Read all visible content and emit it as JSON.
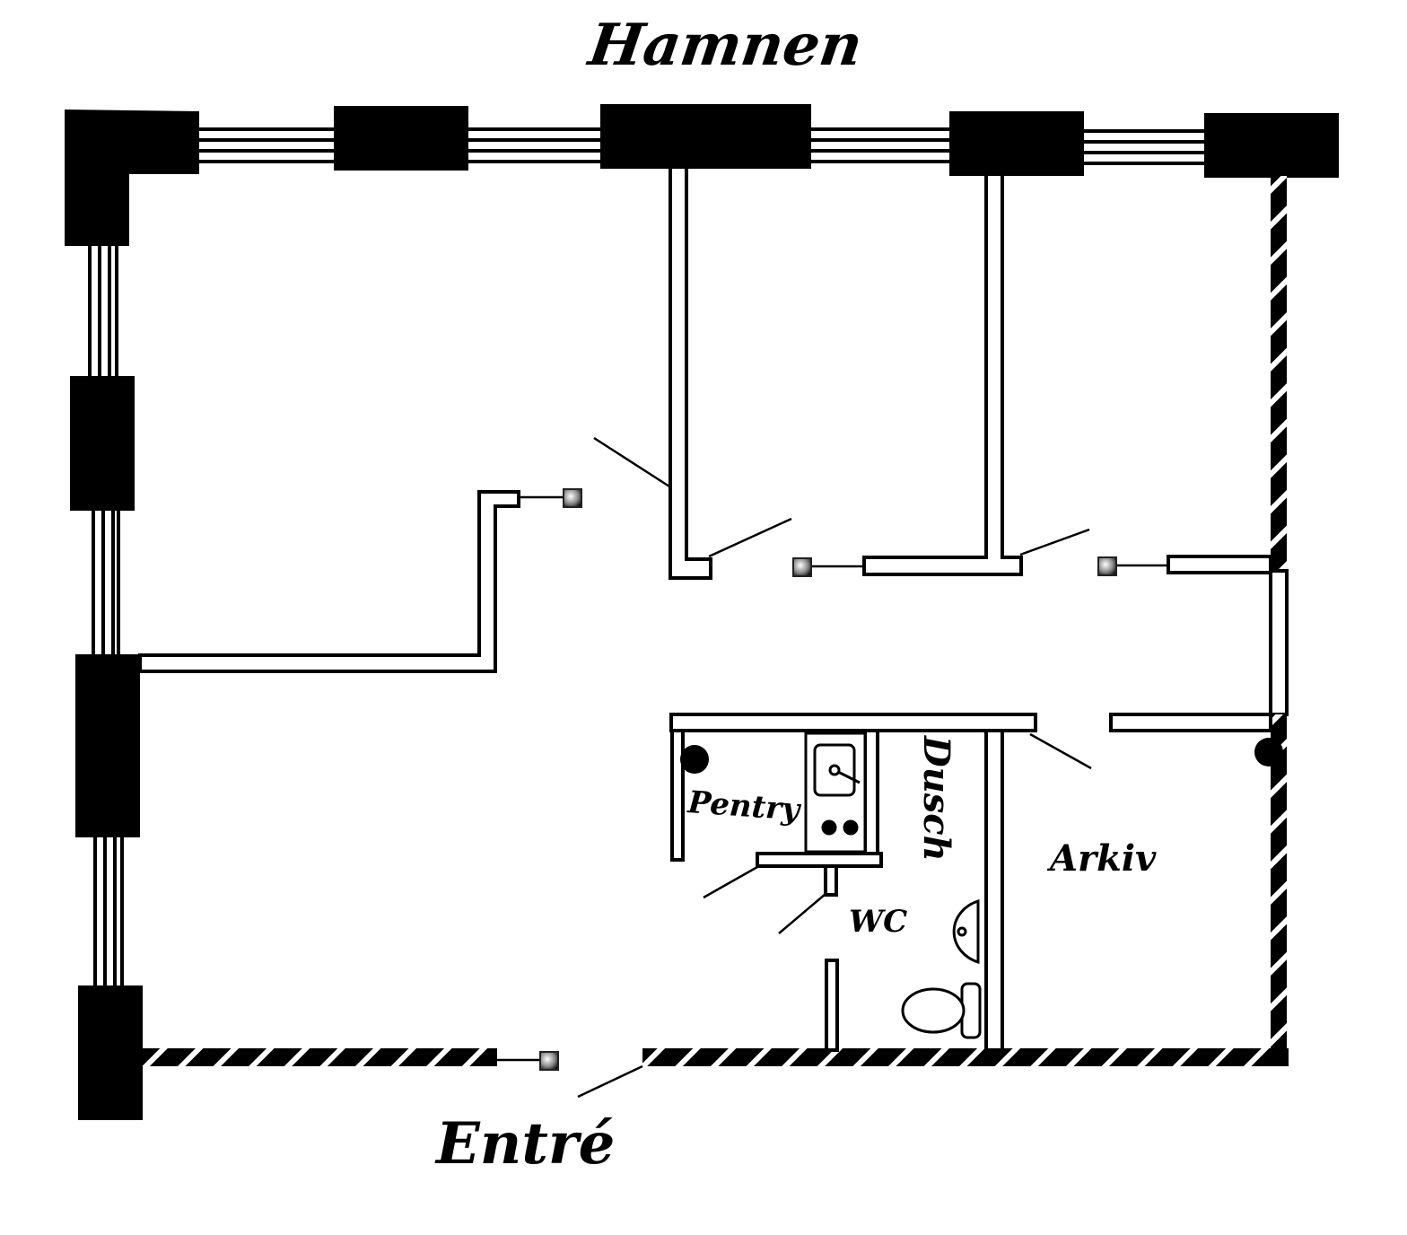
{
  "labels": {
    "harbour": "Hamnen",
    "entrance": "Entré",
    "kitchenette": "Pentry",
    "shower": "Dusch",
    "archive": "Arkiv",
    "toilet": "WC"
  },
  "colors": {
    "wall": "#000000",
    "background": "#ffffff",
    "door_stop": "#777777"
  },
  "icons": [
    "window-icon",
    "door-stop-icon",
    "sink-icon",
    "stove-icon",
    "toilet-icon",
    "washbasin-icon",
    "pipe-icon"
  ]
}
